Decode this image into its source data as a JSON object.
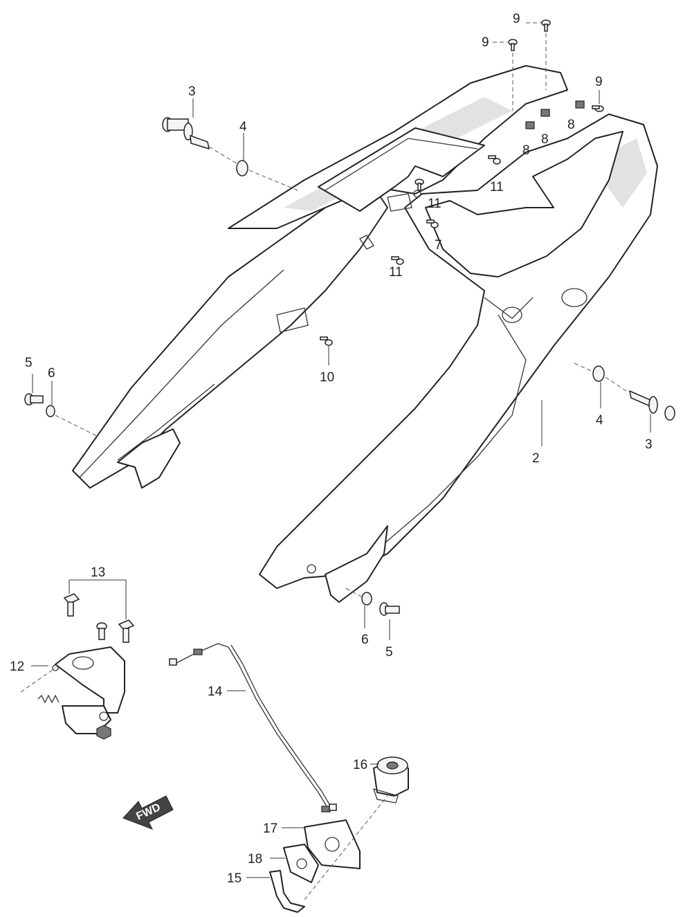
{
  "callouts": [
    {
      "id": "c9a",
      "text": "9"
    },
    {
      "id": "c9b",
      "text": "9"
    },
    {
      "id": "c9c",
      "text": "9"
    },
    {
      "id": "c3a",
      "text": "3"
    },
    {
      "id": "c4a",
      "text": "4"
    },
    {
      "id": "c8a",
      "text": "8"
    },
    {
      "id": "c8b",
      "text": "8"
    },
    {
      "id": "c8c",
      "text": "8"
    },
    {
      "id": "c11a",
      "text": "11"
    },
    {
      "id": "c11b",
      "text": "11"
    },
    {
      "id": "c7",
      "text": "7"
    },
    {
      "id": "c11c",
      "text": "11"
    },
    {
      "id": "c10",
      "text": "10"
    },
    {
      "id": "c5a",
      "text": "5"
    },
    {
      "id": "c6a",
      "text": "6"
    },
    {
      "id": "c4b",
      "text": "4"
    },
    {
      "id": "c3b",
      "text": "3"
    },
    {
      "id": "c2",
      "text": "2"
    },
    {
      "id": "c13",
      "text": "13"
    },
    {
      "id": "c12",
      "text": "12"
    },
    {
      "id": "c6b",
      "text": "6"
    },
    {
      "id": "c5b",
      "text": "5"
    },
    {
      "id": "c14",
      "text": "14"
    },
    {
      "id": "c16",
      "text": "16"
    },
    {
      "id": "c17",
      "text": "17"
    },
    {
      "id": "c18",
      "text": "18"
    },
    {
      "id": "c15",
      "text": "15"
    }
  ],
  "fwd_label": "FWD"
}
